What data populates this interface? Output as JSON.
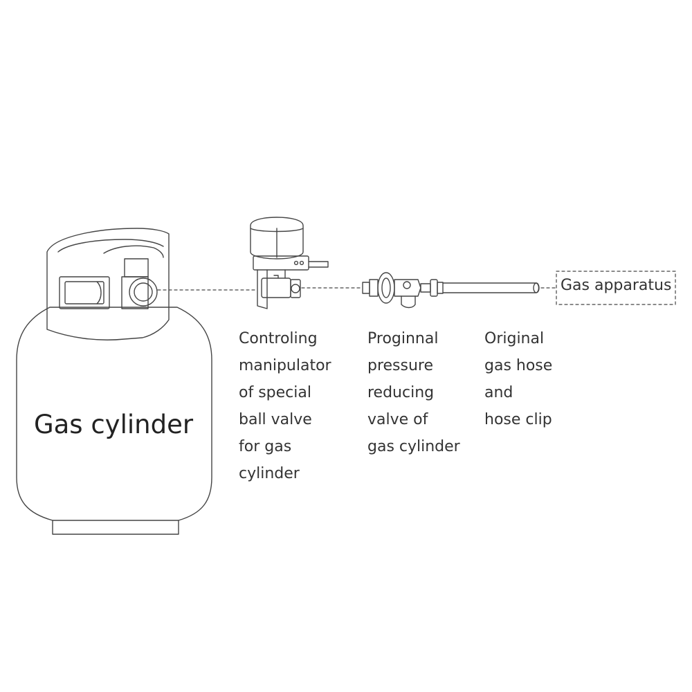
{
  "cylinder": {
    "label": "Gas cylinder"
  },
  "apparatus": {
    "label": "Gas apparatus"
  },
  "components": [
    {
      "lines": [
        "Controling",
        "manipulator",
        "of special",
        "ball valve",
        "for gas",
        "cylinder"
      ]
    },
    {
      "lines": [
        "Proginnal",
        "pressure",
        "reducing",
        "valve of",
        "gas cylinder"
      ]
    },
    {
      "lines": [
        "Original",
        "gas hose",
        "and",
        "hose clip"
      ]
    }
  ],
  "colors": {
    "stroke": "#444444",
    "text": "#333333",
    "background": "#ffffff"
  }
}
